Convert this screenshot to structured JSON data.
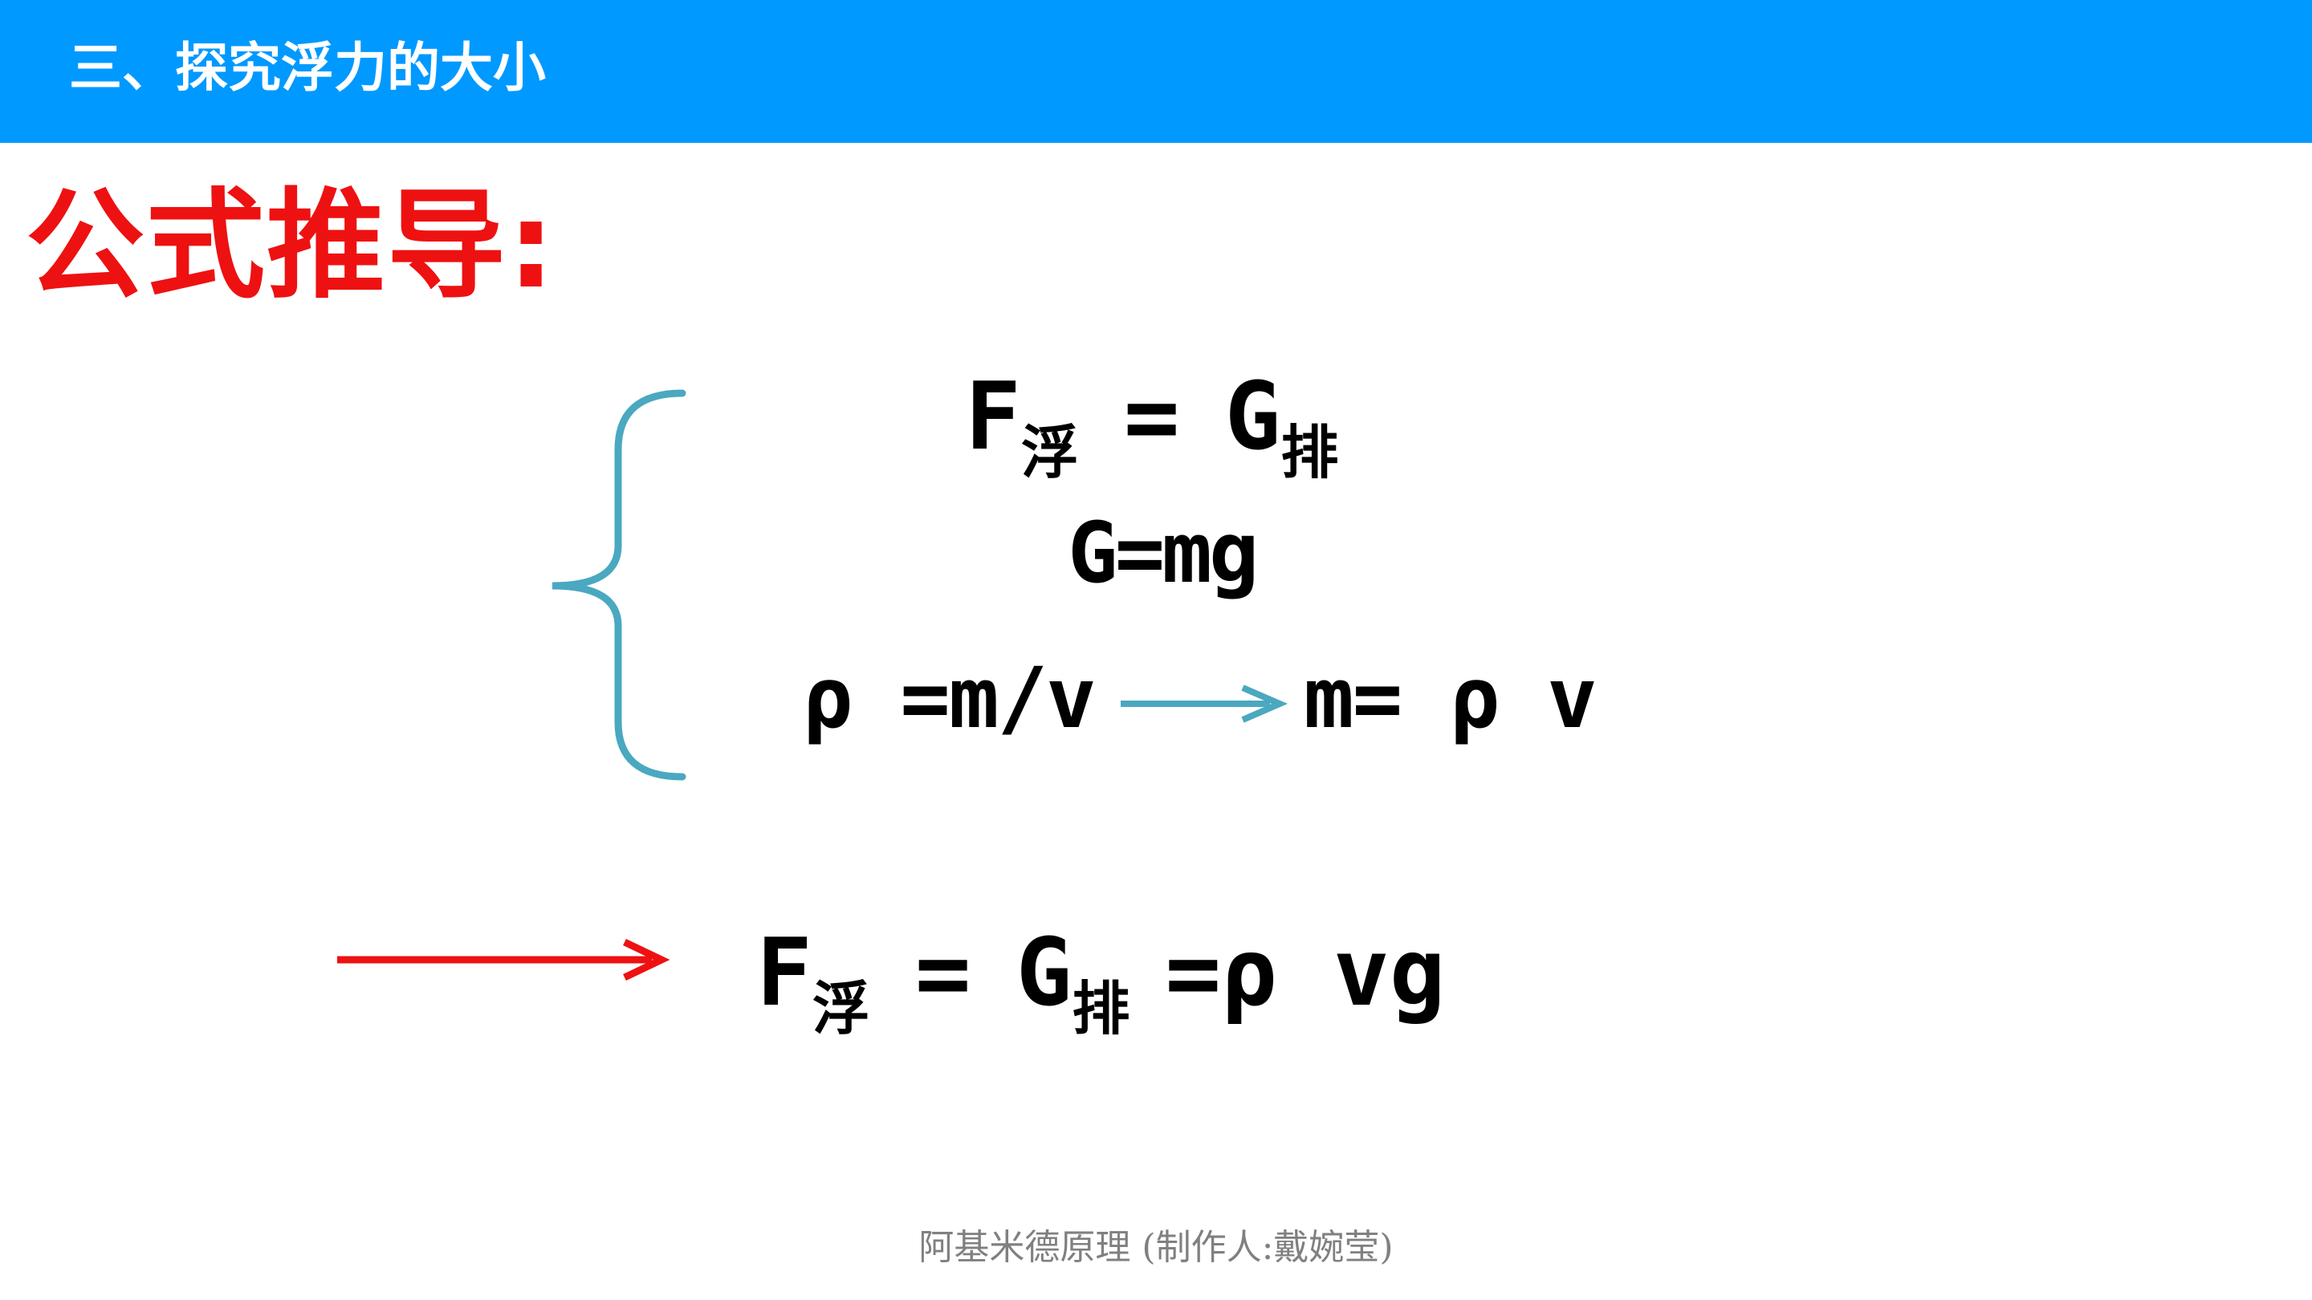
{
  "header": {
    "title": "三、探究浮力的大小"
  },
  "heading": "公式推导:",
  "equations": {
    "eq1": {
      "lhs": "F",
      "lhs_sub": "浮",
      "op": "=",
      "rhs": "G",
      "rhs_sub": "排"
    },
    "eq2": {
      "text": "G=mg"
    },
    "eq3": {
      "text": "ρ =m/v"
    },
    "eq3_result": {
      "text": "m= ρ v"
    },
    "final": {
      "lhs": "F",
      "lhs_sub": "浮",
      "op": "=",
      "mid": "G",
      "mid_sub": "排",
      "rhs": "=ρ vg"
    }
  },
  "footer": {
    "text": "阿基米德原理 (制作人:戴婉莹)"
  },
  "colors": {
    "header_bg": "#0099ff",
    "heading": "#ee1111",
    "brace_and_small_arrow": "#4aa8c0",
    "big_arrow": "#ee1111",
    "footer_text": "#808080"
  }
}
